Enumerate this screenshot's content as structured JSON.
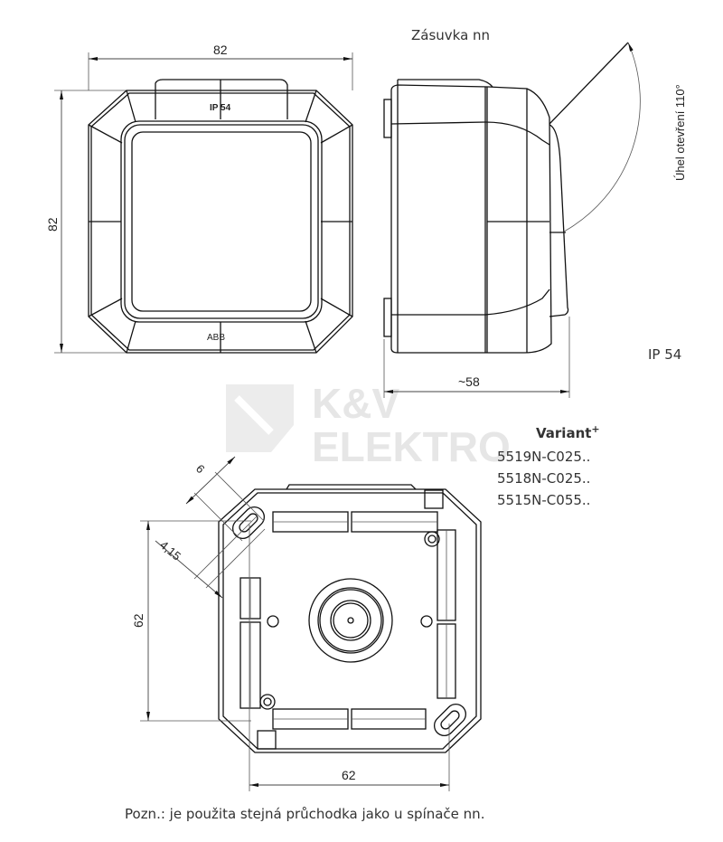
{
  "title": "Zásuvka nn",
  "protection_rating": "IP 54",
  "opening_angle_label": "Úhel otevření 110°",
  "watermark": {
    "line1": "K&V",
    "line2": "ELEKTRO"
  },
  "variants": {
    "heading": "Variant",
    "heading_superscript": "+",
    "items": [
      "5519N-C025..",
      "5518N-C025..",
      "5515N-C055.."
    ]
  },
  "front_view": {
    "width_dim": "82",
    "height_dim": "82",
    "cover_marking": "IP 54",
    "brand_marking": "ABB"
  },
  "side_view": {
    "depth_dim": "~58"
  },
  "back_view": {
    "hole_spacing_vertical": "62",
    "hole_spacing_horizontal": "62",
    "slot_width": "6",
    "slot_offset": "4,15"
  },
  "note": "Pozn.: je použita stejná průchodka jako u spínače nn."
}
